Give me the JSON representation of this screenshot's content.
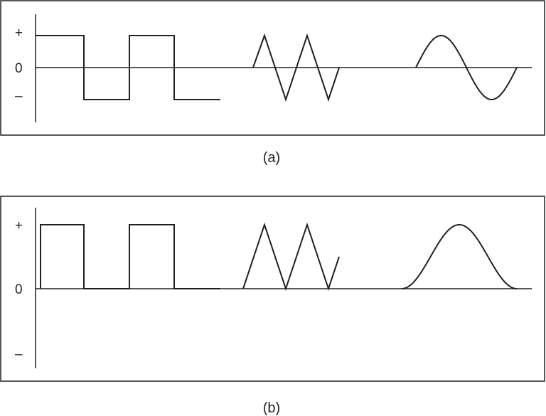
{
  "panel_a": {
    "labels": {
      "plus": "+",
      "zero": "0",
      "minus": "–"
    },
    "caption": "(a)"
  },
  "panel_b": {
    "labels": {
      "plus": "+",
      "zero": "0",
      "minus": "–"
    },
    "caption": "(b)"
  }
}
